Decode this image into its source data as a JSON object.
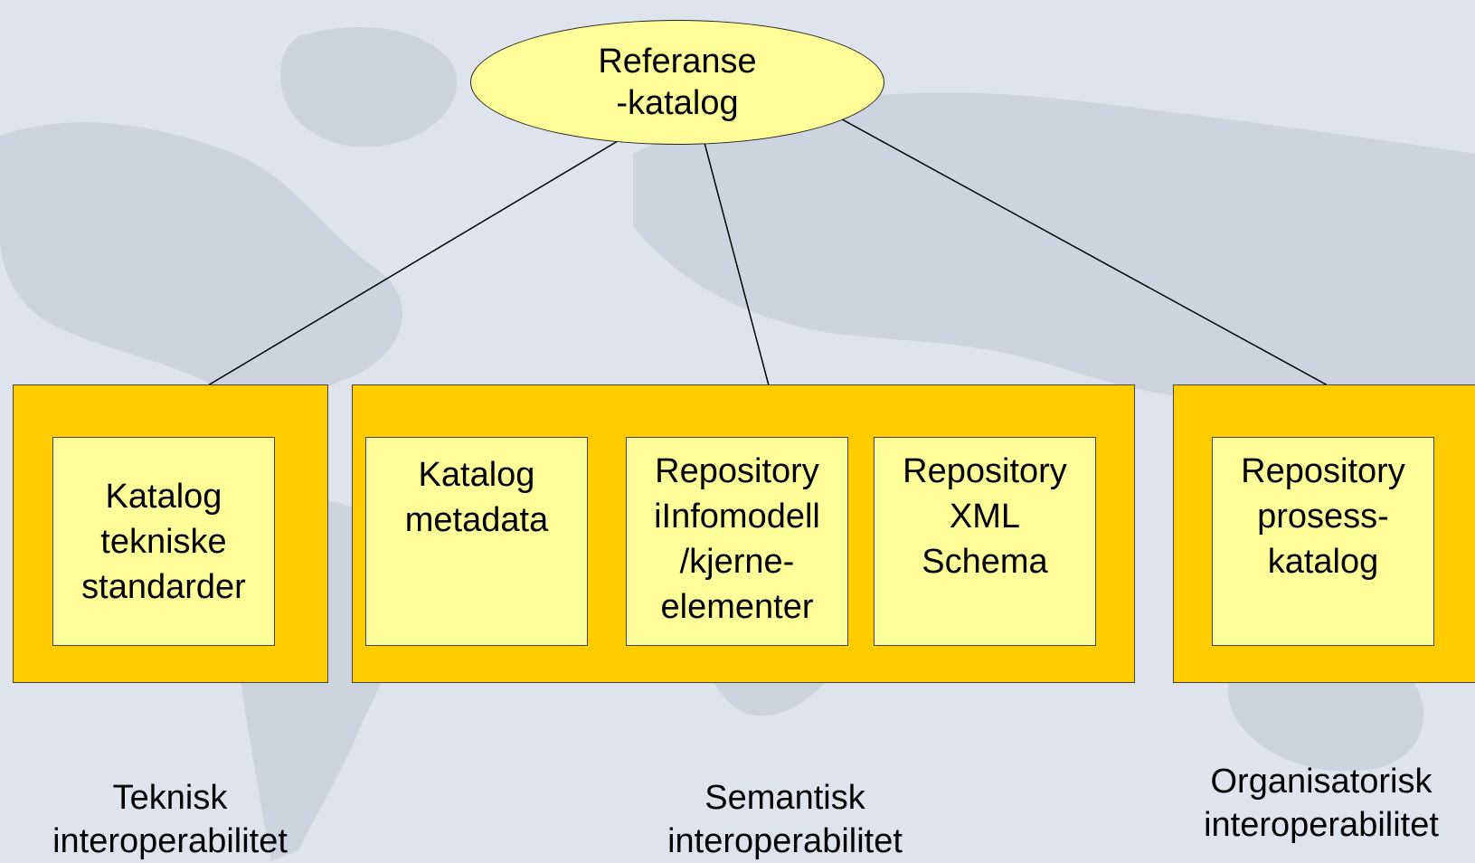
{
  "diagram": {
    "root": {
      "label": "Referanse\n-katalog"
    },
    "groups": [
      {
        "items": [
          {
            "label": "Katalog\ntekniske\nstandarder"
          }
        ],
        "caption": "Teknisk\ninteroperabilitet"
      },
      {
        "items": [
          {
            "label": "Katalog\nmetadata"
          },
          {
            "label": "Repository\niInfomodell\n/kjerne-\nelementer"
          },
          {
            "label": "Repository\nXML\nSchema"
          }
        ],
        "caption": "Semantisk\ninteroperabilitet"
      },
      {
        "items": [
          {
            "label": "Repository\nprosess-\nkatalog"
          }
        ],
        "caption": "Organisatorisk\ninteroperabilitet"
      }
    ]
  },
  "colors": {
    "background": "#dfe4ec",
    "map": "#cdd4df",
    "root_fill": "#ffff99",
    "group_fill": "#ffcc00",
    "item_fill": "#ffff99",
    "line": "#000000"
  }
}
